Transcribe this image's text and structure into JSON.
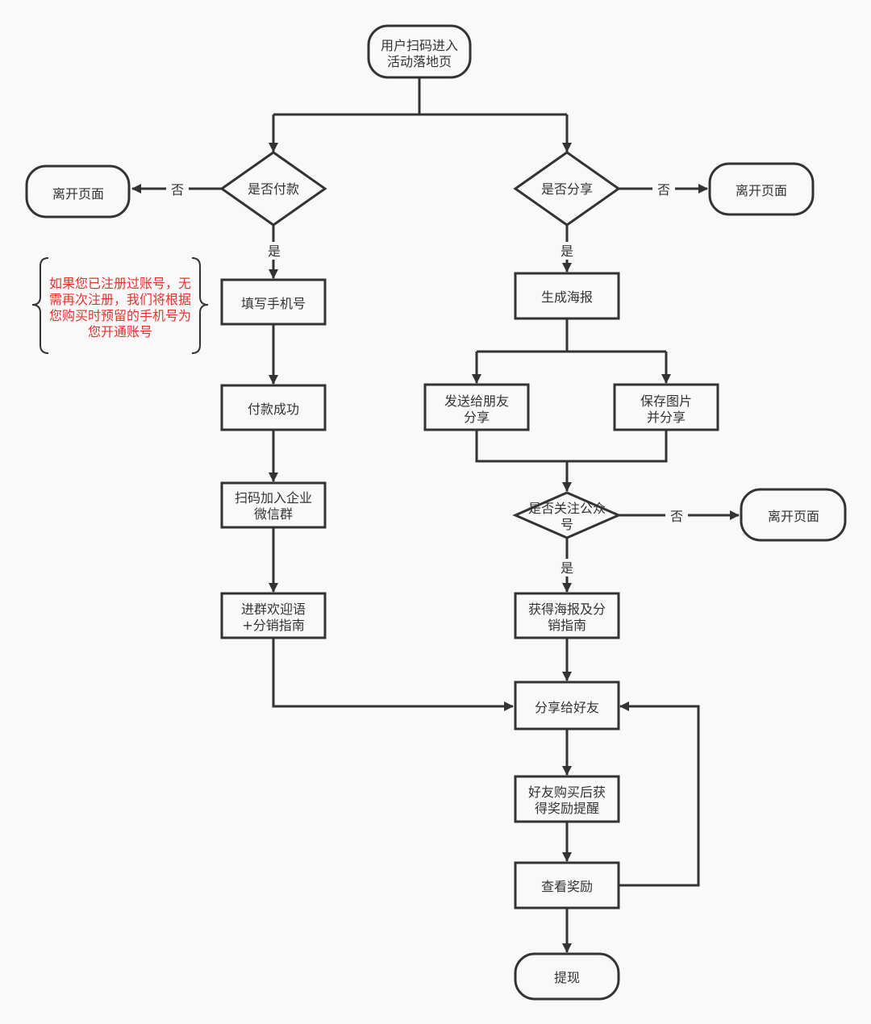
{
  "nodes": {
    "start": [
      "用户扫码进入",
      "活动落地页"
    ],
    "pay_decision": [
      "是否付款"
    ],
    "leave_left": [
      "离开页面"
    ],
    "fill_phone": [
      "填写手机号"
    ],
    "pay_success": [
      "付款成功"
    ],
    "scan_join": [
      "扫码加入企业",
      "微信群"
    ],
    "welcome": [
      "进群欢迎语",
      "+分销指南"
    ],
    "share_decision": [
      "是否分享"
    ],
    "leave_right_top": [
      "离开页面"
    ],
    "gen_poster": [
      "生成海报"
    ],
    "send_friend": [
      "发送给朋友",
      "分享"
    ],
    "save_image": [
      "保存图片",
      "并分享"
    ],
    "follow_decision": [
      "是否关注公众",
      "号"
    ],
    "leave_right_mid": [
      "离开页面"
    ],
    "get_poster": [
      "获得海报及分",
      "销指南"
    ],
    "share_friend": [
      "分享给好友"
    ],
    "friend_buy": [
      "好友购买后获",
      "得奖励提醒"
    ],
    "view_reward": [
      "查看奖励"
    ],
    "withdraw": [
      "提现"
    ]
  },
  "edge_labels": {
    "pay_no": "否",
    "pay_yes": "是",
    "share_no": "否",
    "share_yes": "是",
    "follow_no": "否",
    "follow_yes": "是"
  },
  "note": {
    "lines": [
      "如果您已注册过账号，无",
      "需再次注册，我们将根据",
      "您购买时预留的手机号为",
      "您开通账号"
    ],
    "color": "#e8312f"
  },
  "colors": {
    "stroke": "#333333",
    "background": "#f9f9f9"
  }
}
